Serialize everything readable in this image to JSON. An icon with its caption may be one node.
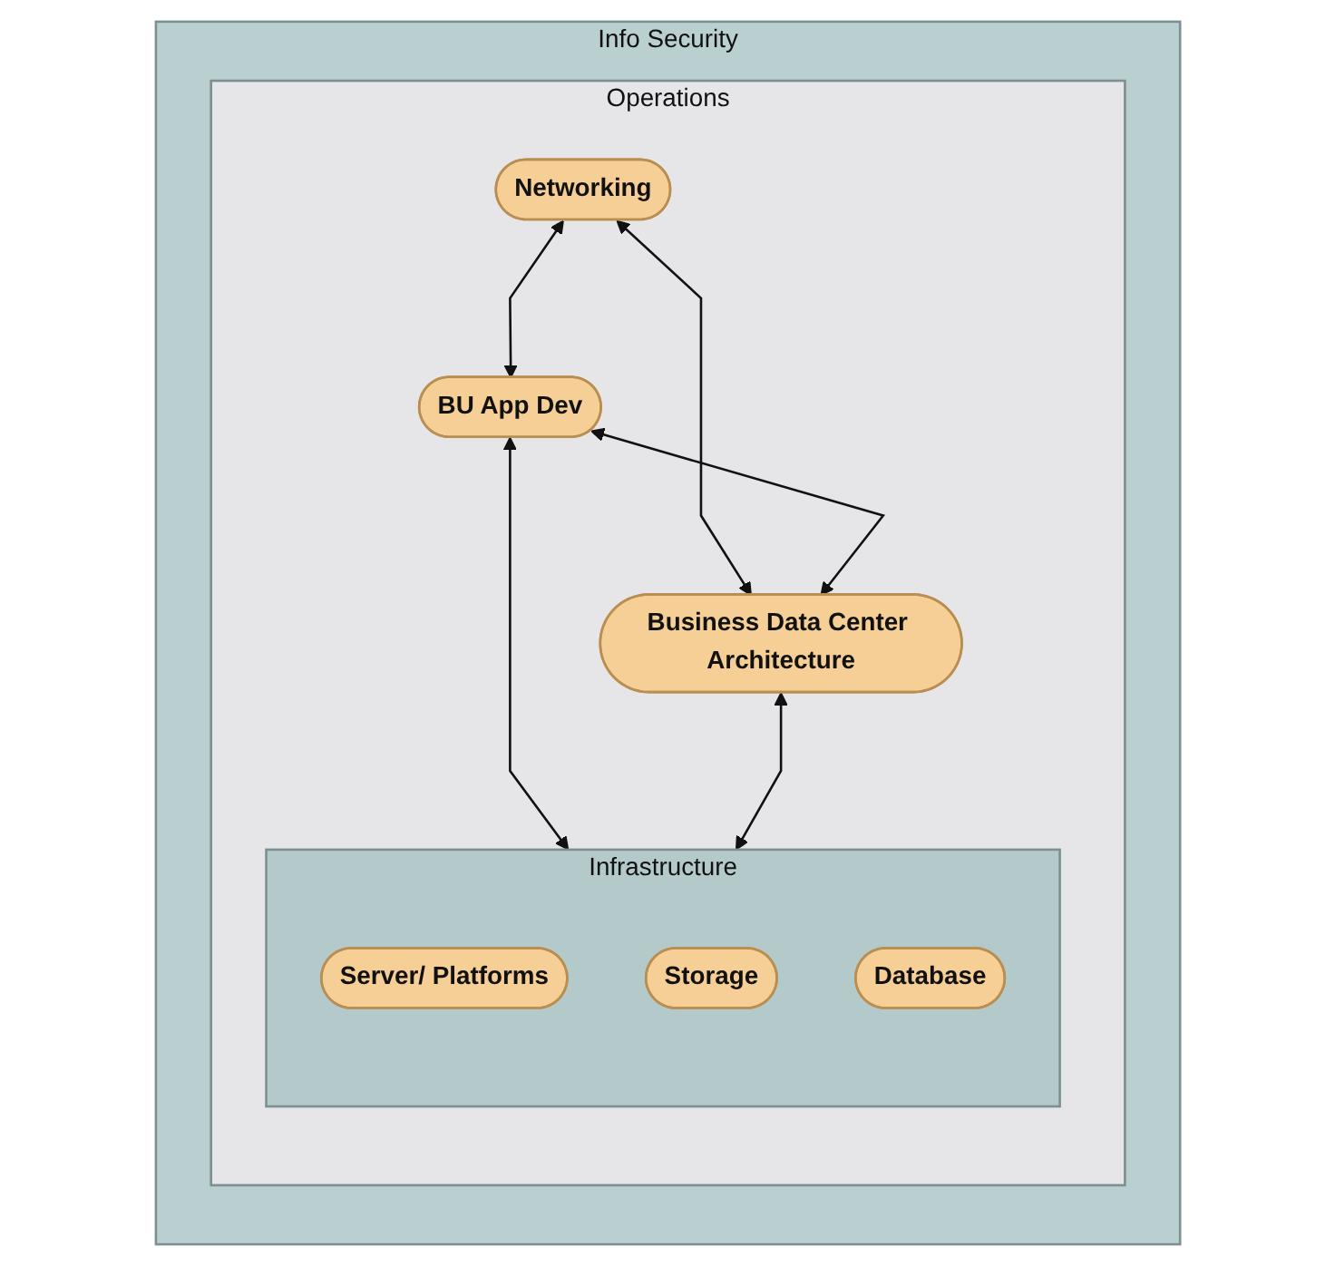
{
  "diagram": {
    "nodes": [
      {
        "text": [
          "Info Security"
        ]
      },
      {
        "text": [
          "Operations"
        ],
        "in": 0
      },
      {
        "text": [
          "Networking"
        ],
        "in": 1
      },
      {
        "text": [
          "BU App Dev"
        ],
        "in": 1
      },
      {
        "text": [
          "Business Data Center Architecture"
        ],
        "in": 1
      },
      {
        "text": [
          "Infrastructure"
        ],
        "in": 1
      },
      {
        "text": [
          "Server/ Platforms"
        ],
        "in": 5
      },
      {
        "text": [
          "Storage"
        ],
        "in": 5
      },
      {
        "text": [
          "Database"
        ],
        "in": 5
      }
    ],
    "edges": [
      {
        "from": 2,
        "to": 3,
        "arrow": "both"
      },
      {
        "from": 2,
        "to": 4,
        "arrow": "both"
      },
      {
        "from": 3,
        "to": 4,
        "arrow": "both"
      },
      {
        "from": 3,
        "to": 5,
        "arrow": "both"
      },
      {
        "from": 4,
        "to": 5,
        "arrow": "both"
      }
    ]
  }
}
